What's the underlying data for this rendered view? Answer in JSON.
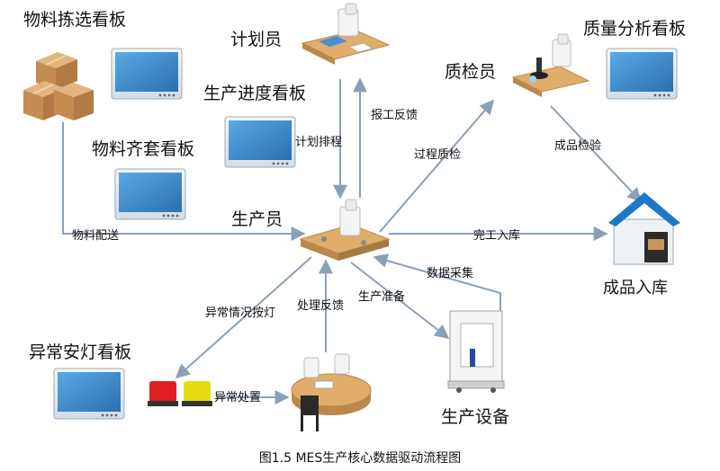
{
  "nodes": {
    "picking_board": "物料拣选看板",
    "planner": "计划员",
    "progress_board": "生产进度看板",
    "kitting_board": "物料齐套看板",
    "inspector": "质检员",
    "quality_board": "质量分析看板",
    "producer": "生产员",
    "warehouse": "成品入库",
    "andon_board": "异常安灯看板",
    "equipment": "生产设备"
  },
  "flows": {
    "plan_schedule": "计划排程",
    "work_report": "报工反馈",
    "process_qc": "过程质检",
    "final_qc": "成品检验",
    "material_delivery": "物料配送",
    "storage": "完工入库",
    "data_collection": "数据采集",
    "production_prep": "生产准备",
    "handling_feedback": "处理反馈",
    "andon_alert": "异常情况按灯",
    "exception_handling": "异常处置"
  },
  "caption": "图1.5 MES生产核心数据驱动流程图",
  "colors": {
    "arrow": "#8a9fb8",
    "screen": "#3c8fd0",
    "bezel": "#e8eef4",
    "box": "#c9955e",
    "desk": "#e0ad6a",
    "roof": "#1f77c9",
    "lamp_red": "#e02020",
    "lamp_yellow": "#e8dc10"
  }
}
